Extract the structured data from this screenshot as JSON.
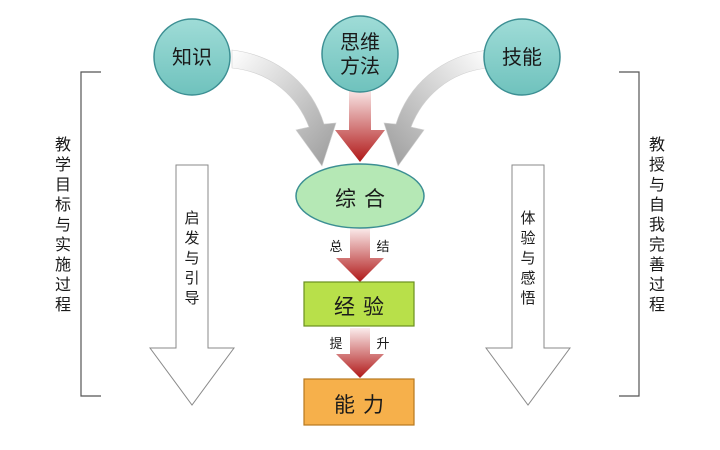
{
  "inputs": {
    "knowledge": "知识",
    "thinking_line1": "思维",
    "thinking_line2": "方法",
    "skills": "技能"
  },
  "center": {
    "synthesis": "综合",
    "summarize_left": "总",
    "summarize_right": "结",
    "experience": "经验",
    "raise_left": "提",
    "raise_right": "升",
    "ability": "能力"
  },
  "side_arrows": {
    "left": "启发与引导",
    "right": "体验与感悟"
  },
  "brackets": {
    "left": "教学目标与实施过程",
    "right": "教授与自我完善过程"
  },
  "colors": {
    "circle_fill": "#7fcfc9",
    "circle_stroke": "#3c8f93",
    "ellipse_fill": "#b5e8b5",
    "experience_fill": "#b8e04a",
    "ability_fill": "#f6b04b",
    "red_arrow": "#b01818",
    "gray_arrow": "#a9a9a9"
  }
}
